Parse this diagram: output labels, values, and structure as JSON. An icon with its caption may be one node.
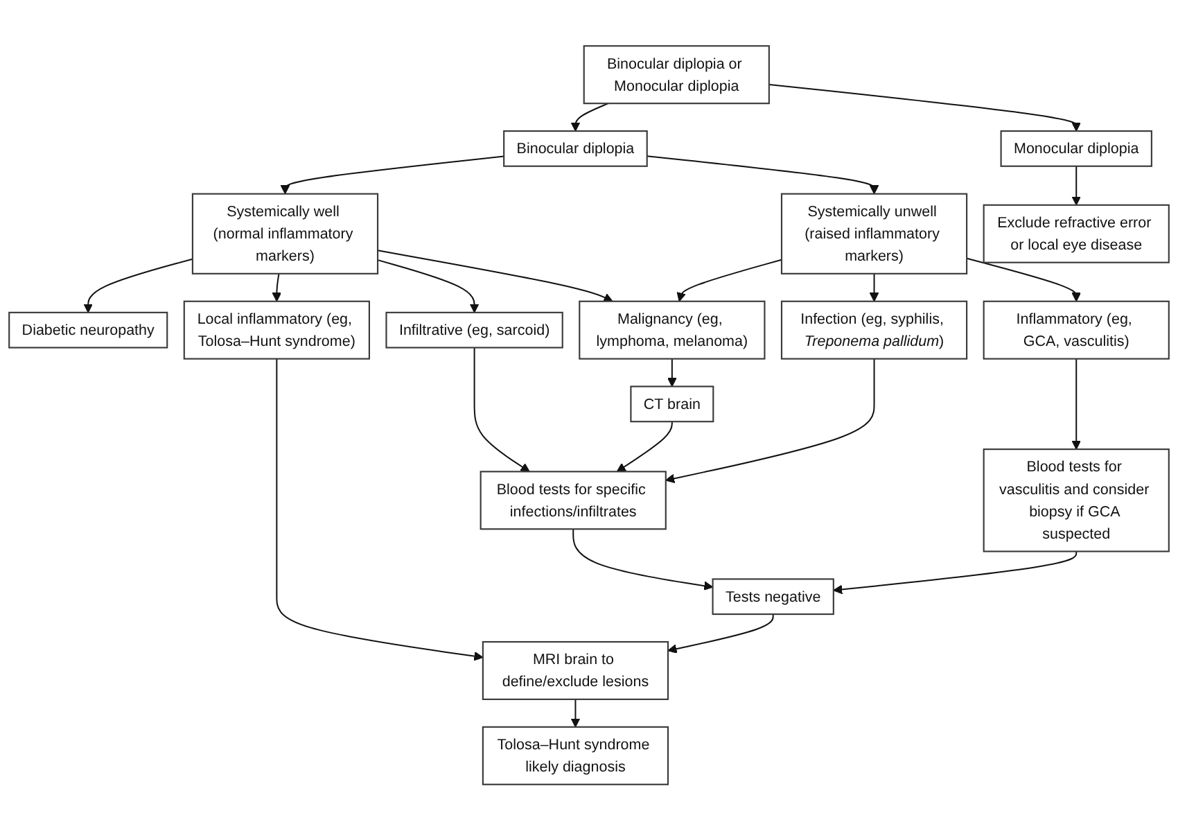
{
  "diagram": {
    "nodes": [
      {
        "text": [
          "Binocular diplopia or Monocular diplopia"
        ]
      },
      {
        "text": [
          "Binocular diplopia"
        ]
      },
      {
        "text": [
          "Monocular diplopia"
        ]
      },
      {
        "text": [
          "Systemically well (normal inflammatory markers)"
        ]
      },
      {
        "text": [
          "Systemically unwell (raised inflammatory markers)"
        ]
      },
      {
        "text": [
          "Exclude refractive error or local eye disease"
        ]
      },
      {
        "text": [
          "Diabetic neuropathy"
        ]
      },
      {
        "text": [
          "Local inflammatory (eg, Tolosa–Hunt syndrome)"
        ]
      },
      {
        "text": [
          "Infiltrative (eg, sarcoid)"
        ]
      },
      {
        "text": [
          "Malignancy (eg, lymphoma, melanoma)"
        ]
      },
      {
        "text": [
          "Infection (eg, syphilis, *Treponema pallidum*)"
        ]
      },
      {
        "text": [
          "Inflammatory (eg, GCA, vasculitis)"
        ]
      },
      {
        "text": [
          "CT brain"
        ]
      },
      {
        "text": [
          "Blood tests for specific infections/infiltrates"
        ]
      },
      {
        "text": [
          "MRI brain to define/exclude lesions"
        ]
      },
      {
        "text": [
          "Tests negative"
        ]
      },
      {
        "text": [
          "Blood tests for vasculitis and consider biopsy if GCA suspected"
        ]
      },
      {
        "text": [
          "Tolosa–Hunt syndrome likely diagnosis"
        ]
      }
    ],
    "edges": [
      {
        "from": 0,
        "to": 1,
        "arrow": "to"
      },
      {
        "from": 0,
        "to": 2,
        "arrow": "to"
      },
      {
        "from": 1,
        "to": 3,
        "arrow": "to"
      },
      {
        "from": 1,
        "to": 4,
        "arrow": "to"
      },
      {
        "from": 2,
        "to": 5,
        "arrow": "to"
      },
      {
        "from": 3,
        "to": 6,
        "arrow": "to"
      },
      {
        "from": 3,
        "to": 7,
        "arrow": "to"
      },
      {
        "from": 3,
        "to": 8,
        "arrow": "to"
      },
      {
        "from": 3,
        "to": 9,
        "arrow": "to"
      },
      {
        "from": 4,
        "to": 9,
        "arrow": "to"
      },
      {
        "from": 4,
        "to": 10,
        "arrow": "to"
      },
      {
        "from": 4,
        "to": 11,
        "arrow": "to"
      },
      {
        "from": 9,
        "to": 12,
        "arrow": "to"
      },
      {
        "from": 7,
        "to": 14,
        "arrow": "to"
      },
      {
        "from": 8,
        "to": 13,
        "arrow": "to"
      },
      {
        "from": 12,
        "to": 13,
        "arrow": "to"
      },
      {
        "from": 10,
        "to": 13,
        "arrow": "to"
      },
      {
        "from": 11,
        "to": 16,
        "arrow": "to"
      },
      {
        "from": 13,
        "to": 15,
        "arrow": "to"
      },
      {
        "from": 15,
        "to": 14,
        "arrow": "to"
      },
      {
        "from": 16,
        "to": 15,
        "arrow": "to"
      },
      {
        "from": 14,
        "to": 17,
        "arrow": "to"
      }
    ]
  }
}
